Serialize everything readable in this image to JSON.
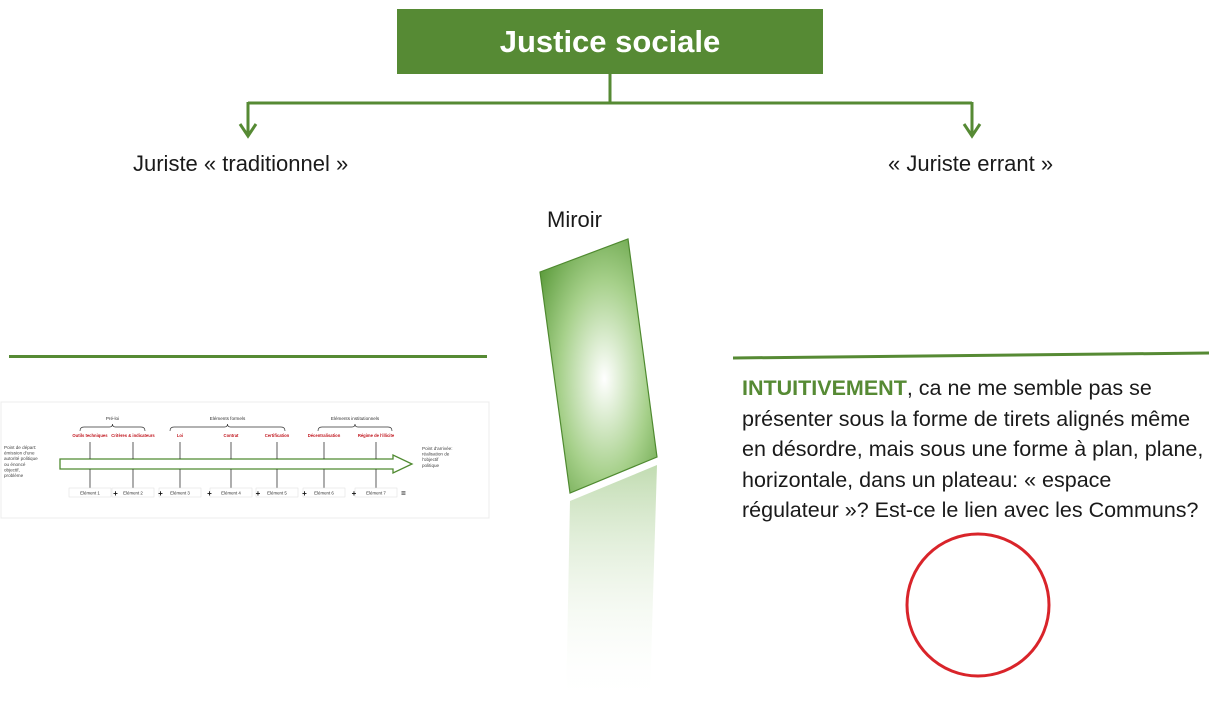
{
  "title": "Justice sociale",
  "branches": {
    "left": "Juriste « traditionnel »",
    "right": "« Juriste errant »"
  },
  "mirror_label": "Miroir",
  "intuition": {
    "lead": "INTUITIVEMENT",
    "body": ", ca ne me semble pas se présenter sous la forme de tirets alignés même en désordre, mais sous une forme à plan, plane, horizontale, dans un plateau: « espace régulateur »? Est-ce le lien avec les Communs?"
  },
  "timeline": {
    "start_label": [
      "Point de départ:",
      "émission d'une",
      "autorité politique",
      "ou énoncé",
      "objectif,",
      "problème"
    ],
    "end_label": [
      "Point d'arrivée:",
      "réalisation de",
      "l'objectif",
      "politique"
    ],
    "groups": [
      {
        "label": "Pré-loi"
      },
      {
        "label": "Eléments formels"
      },
      {
        "label": "Eléments institutionnels"
      }
    ],
    "tools": [
      "Outils techniques",
      "Critères & indicateurs",
      "Loi",
      "Contrat",
      "Certification",
      "Décentralisation",
      "Régime de l'illicite"
    ],
    "elements": [
      "Elément 1",
      "Elément 2",
      "Elément 3",
      "Elément 4",
      "Elément 5",
      "Elément 6",
      "Elément 7"
    ],
    "operators": [
      "+",
      "+",
      "+",
      "+",
      "+",
      "+",
      "="
    ]
  },
  "colors": {
    "accent_green": "#568a34",
    "circle_red": "#d9242a",
    "tool_red": "#c0141c"
  }
}
